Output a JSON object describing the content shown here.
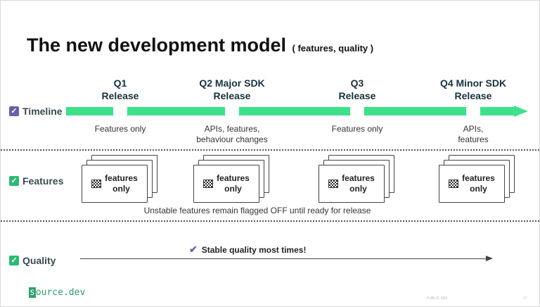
{
  "title": {
    "main": "The new development model",
    "sub": "( features, quality )"
  },
  "rows": {
    "timeline": "Timeline",
    "features": "Features",
    "quality": "Quality"
  },
  "quarters": [
    {
      "line1": "Q1",
      "line2": "Release",
      "note1": "Features only",
      "note2": ""
    },
    {
      "line1": "Q2 Major SDK",
      "line2": "Release",
      "note1": "APIs, features,",
      "note2": "behaviour changes"
    },
    {
      "line1": "Q3",
      "line2": "Release",
      "note1": "Features only",
      "note2": ""
    },
    {
      "line1": "Q4 Minor SDK",
      "line2": "Release",
      "note1": "APIs,",
      "note2": "features"
    }
  ],
  "feature_doc": {
    "line1": "features",
    "line2": "only",
    "icon": "checkered-flag-icon"
  },
  "features_note": "Unstable features remain flagged OFF until ready for release",
  "quality_note": "Stable quality most times!",
  "logo": {
    "first": "s",
    "rest": "ource.dev"
  },
  "footer": {
    "mid": "PUBLIC SDK",
    "page": "17"
  },
  "colors": {
    "timeline_bar": "#3ee08c",
    "check_timeline": "#6a5ea8",
    "check_features": "#2fb873",
    "check_quality": "#2fb873",
    "logo": "#2f9e6d"
  }
}
